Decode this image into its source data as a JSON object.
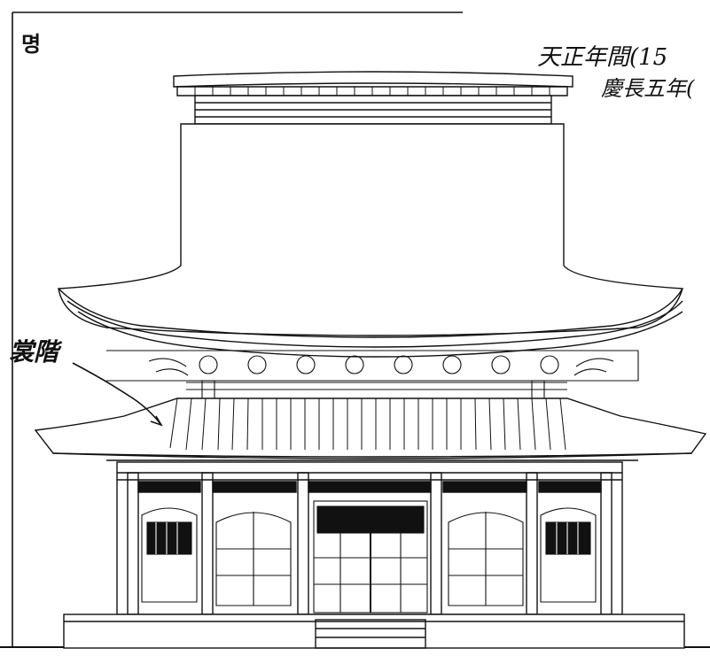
{
  "annotations": {
    "corner_mark": "명",
    "date_line_1": "天正年間(15",
    "date_line_2": "慶長五年(",
    "label": "裳階"
  },
  "colors": {
    "ink": "#111111",
    "paper": "#ffffff"
  }
}
